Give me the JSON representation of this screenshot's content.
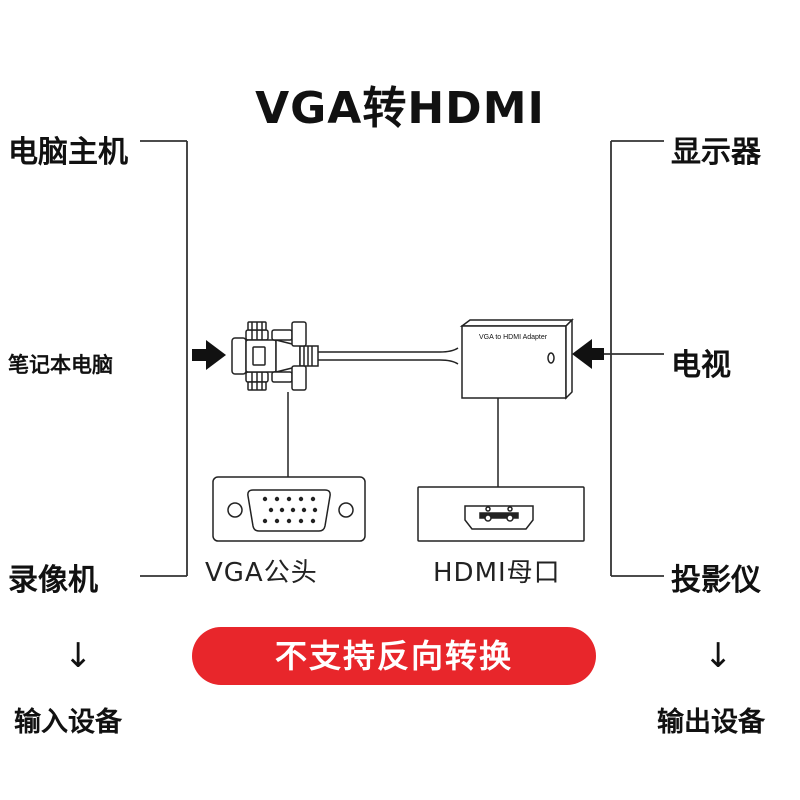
{
  "title": "VGA转HDMI",
  "inputs": {
    "items": [
      "电脑主机",
      "笔记本电脑",
      "录像机"
    ],
    "footer": "输入设备"
  },
  "outputs": {
    "items": [
      "显示器",
      "电视",
      "投影仪"
    ],
    "footer": "输出设备"
  },
  "adapter_label": "VGA to HDMI Adapter",
  "vga_caption": "VGA公头",
  "hdmi_caption": "HDMI母口",
  "warning": "不支持反向转换",
  "down_arrow": "↓",
  "colors": {
    "warning_bg": "#e8262b",
    "line": "#333333"
  }
}
